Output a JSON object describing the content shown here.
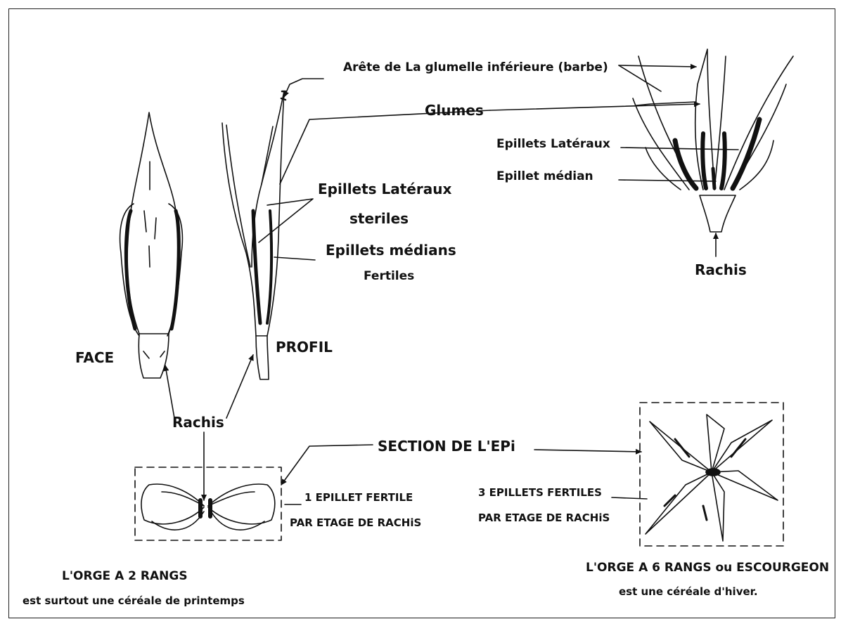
{
  "labels": {
    "arete": "Arête de La glumelle inférieure (barbe)",
    "glumes": "Glumes",
    "epillets_lateraux_right": "Epillets Latéraux",
    "epillet_median": "Epillet médian",
    "rachis_right": "Rachis",
    "epillets_lateraux_steriles_line1": "Epillets Latéraux",
    "epillets_lateraux_steriles_line2": "steriles",
    "epillets_medians_line1": "Epillets médians",
    "epillets_medians_line2": "Fertiles",
    "face": "FACE",
    "profil": "PROFIL",
    "rachis_left": "Rachis",
    "section": "SECTION DE L'EPi",
    "one_epillet_line1": "1 EPILLET FERTILE",
    "one_epillet_line2": "PAR ETAGE DE RACHiS",
    "three_epillets_line1": "3 EPILLETS FERTILES",
    "three_epillets_line2": "PAR ETAGE DE RACHiS",
    "orge2_line1": "L'ORGE A 2 RANGS",
    "orge2_line2": "est surtout une céréale de printemps",
    "orge6_line1": "L'ORGE A 6 RANGS ou ESCOURGEON",
    "orge6_line2": "est une céréale d'hiver."
  },
  "icons": {
    "face_spike": "barley-spike-face-icon",
    "profile_spike": "barley-spike-profile-icon",
    "six_row_spikelet": "six-row-spikelet-icon",
    "two_row_section": "two-row-section-icon",
    "six_row_section": "six-row-section-icon"
  }
}
